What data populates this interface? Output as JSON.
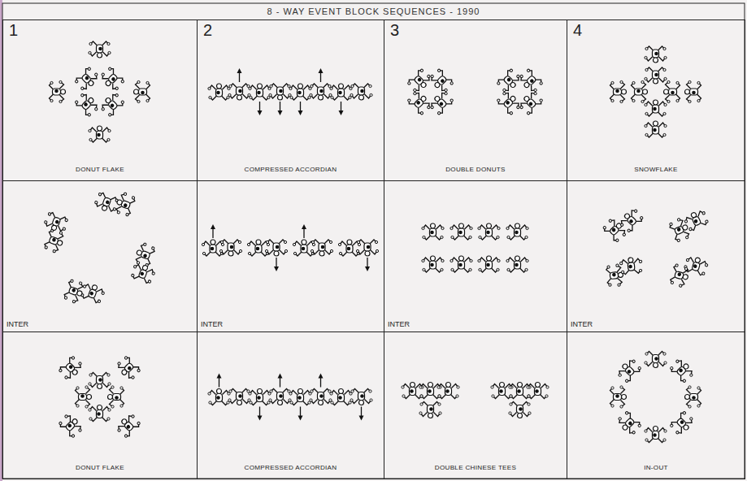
{
  "diagram": {
    "title": "8 - WAY EVENT BLOCK SEQUENCES - 1990",
    "nodes": [
      {
        "text": [
          "1",
          "DONUT FLAKE"
        ]
      },
      {
        "text": [
          "2",
          "COMPRESSED ACCORDIAN"
        ]
      },
      {
        "text": [
          "3",
          "DOUBLE DONUTS"
        ]
      },
      {
        "text": [
          "4",
          "SNOWFLAKE"
        ]
      },
      {
        "text": [
          "INTER"
        ]
      },
      {
        "text": [
          "INTER"
        ]
      },
      {
        "text": [
          "INTER"
        ]
      },
      {
        "text": [
          "INTER"
        ]
      },
      {
        "text": [
          "DONUT FLAKE"
        ]
      },
      {
        "text": [
          "COMPRESSED ACCORDIAN"
        ]
      },
      {
        "text": [
          "DOUBLE CHINESE TEES"
        ]
      },
      {
        "text": [
          "IN-OUT"
        ]
      }
    ]
  }
}
